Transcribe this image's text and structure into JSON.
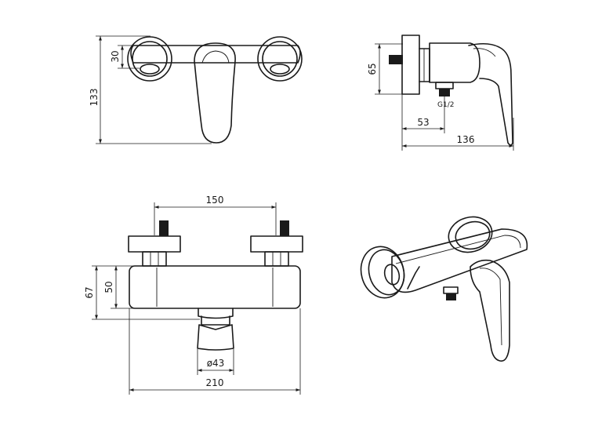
{
  "drawing": {
    "top_view": {
      "height_label": "133",
      "eccentric_label": "30"
    },
    "side_view": {
      "height_label": "65",
      "thread_label": "G1/2",
      "depth_label": "53",
      "total_depth_label": "136"
    },
    "front_view": {
      "center_distance_label": "150",
      "total_height_label": "67",
      "body_height_label": "50",
      "outlet_diameter_label": "ø43",
      "width_label": "210"
    }
  }
}
